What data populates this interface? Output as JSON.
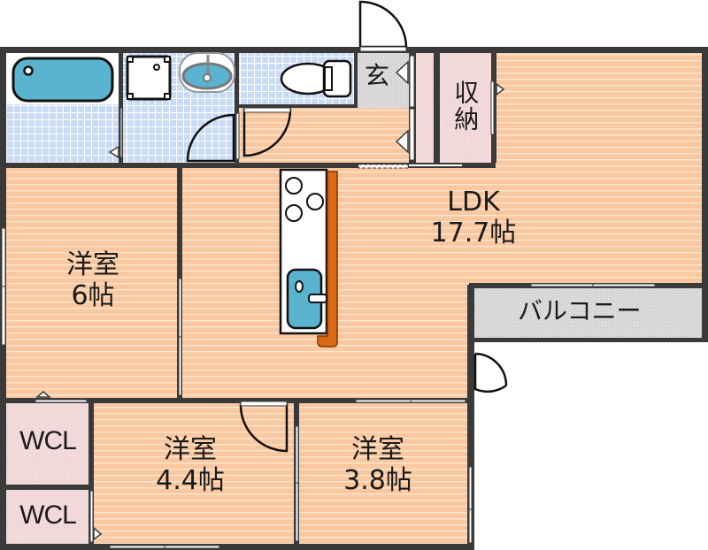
{
  "floorplan": {
    "colors": {
      "wall": "#3a3a3a",
      "wood_floor": "#f9c8a0",
      "wood_line": "#fde6d0",
      "tile_floor": "#c9dbf5",
      "tile_line": "#ffffff",
      "storage": "#f3dada",
      "entrance": "#d6d6d6",
      "balcony": "#d9d9d9",
      "fixture_blue": "#5ab4cf",
      "counter_orange": "#dc6a14"
    },
    "rooms": {
      "ldk": {
        "name": "LDK",
        "size": "17.7帖"
      },
      "western1": {
        "name": "洋室",
        "size": "6帖"
      },
      "western2": {
        "name": "洋室",
        "size": "4.4帖"
      },
      "western3": {
        "name": "洋室",
        "size": "3.8帖"
      },
      "wcl1": {
        "name": "WCL"
      },
      "wcl2": {
        "name": "WCL"
      },
      "storage": {
        "name": "収納"
      },
      "entrance": {
        "name": "玄"
      },
      "balcony": {
        "name": "バルコニー"
      }
    }
  }
}
